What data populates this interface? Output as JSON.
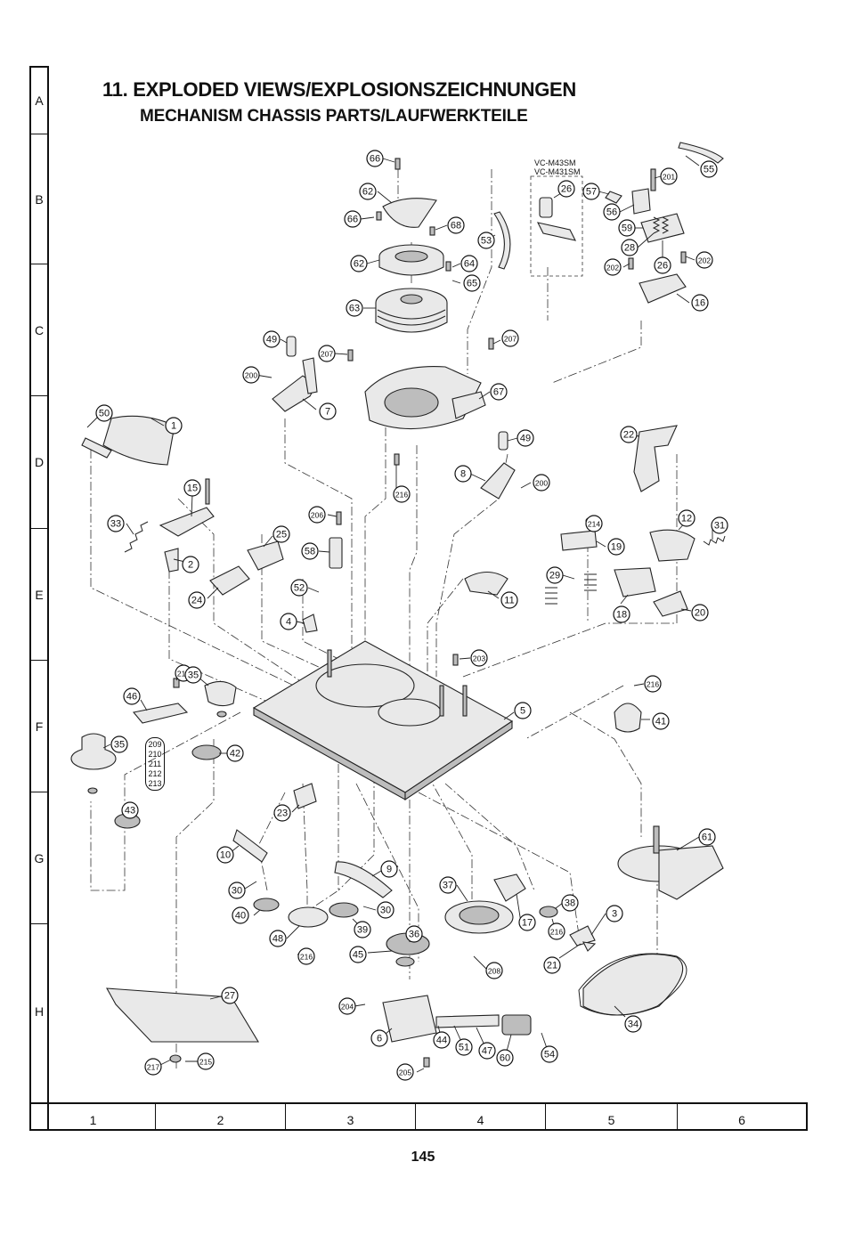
{
  "header": {
    "title": "11. EXPLODED VIEWS/EXPLOSIONSZEICHNUNGEN",
    "subtitle": "MECHANISM CHASSIS PARTS/LAUFWERKTEILE"
  },
  "grid": {
    "rows": [
      "A",
      "B",
      "C",
      "D",
      "E",
      "F",
      "G",
      "H"
    ],
    "columns": [
      "1",
      "2",
      "3",
      "4",
      "5",
      "6"
    ]
  },
  "model_label": {
    "line1": "VC-M43SM",
    "line2": "VC-M431SM"
  },
  "screw_list": [
    "209",
    "210",
    "211",
    "212",
    "213"
  ],
  "page_number": "145",
  "callouts": [
    "66",
    "62",
    "66",
    "68",
    "62",
    "53",
    "64",
    "65",
    "63",
    "26",
    "57",
    "201",
    "55",
    "56",
    "59",
    "28",
    "26",
    "202",
    "202",
    "16",
    "49",
    "207",
    "207",
    "200",
    "7",
    "67",
    "50",
    "1",
    "15",
    "33",
    "216",
    "22",
    "8",
    "49",
    "200",
    "206",
    "25",
    "58",
    "2",
    "24",
    "52",
    "4",
    "214",
    "12",
    "31",
    "19",
    "29",
    "11",
    "18",
    "20",
    "203",
    "215",
    "35",
    "46",
    "5",
    "216",
    "41",
    "35",
    "42",
    "43",
    "23",
    "10",
    "9",
    "30",
    "30",
    "40",
    "48",
    "216",
    "39",
    "37",
    "36",
    "45",
    "17",
    "38",
    "3",
    "216",
    "208",
    "21",
    "61",
    "27",
    "204",
    "6",
    "44",
    "51",
    "47",
    "60",
    "54",
    "34",
    "217",
    "215",
    "205"
  ]
}
